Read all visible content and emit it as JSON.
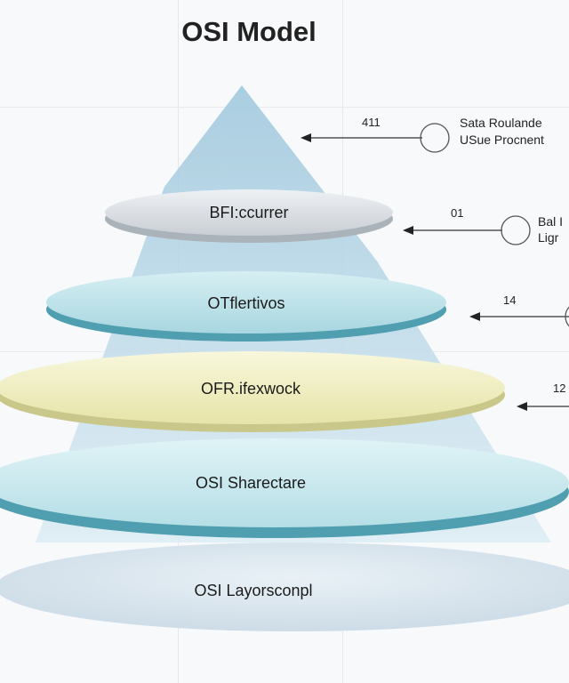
{
  "title": "OSI Model",
  "layers": [
    {
      "label": "BFI:ccurrer"
    },
    {
      "label": "OTflertivos"
    },
    {
      "label": "OFR.ifexwock"
    },
    {
      "label": "OSI Sharectare"
    },
    {
      "label": "OSI Layorsconpl"
    }
  ],
  "callouts": [
    {
      "number": "411",
      "text_lines": [
        "Sata Roulande",
        "USue Procnent"
      ]
    },
    {
      "number": "01",
      "text_lines": [
        "Bal I",
        "Ligr"
      ]
    },
    {
      "number": "14",
      "text_lines": []
    },
    {
      "number": "12",
      "text_lines": []
    }
  ],
  "colors": {
    "cone": "#a9cfe2",
    "disc_gray": "#d8dde2",
    "disc_teal": "#bfe3ea",
    "disc_teal_edge": "#4f9fb0",
    "disc_yellow": "#f3f1c6",
    "disc_yellow_edge": "#c9c78a",
    "disc_base": "#d4e2ec"
  }
}
